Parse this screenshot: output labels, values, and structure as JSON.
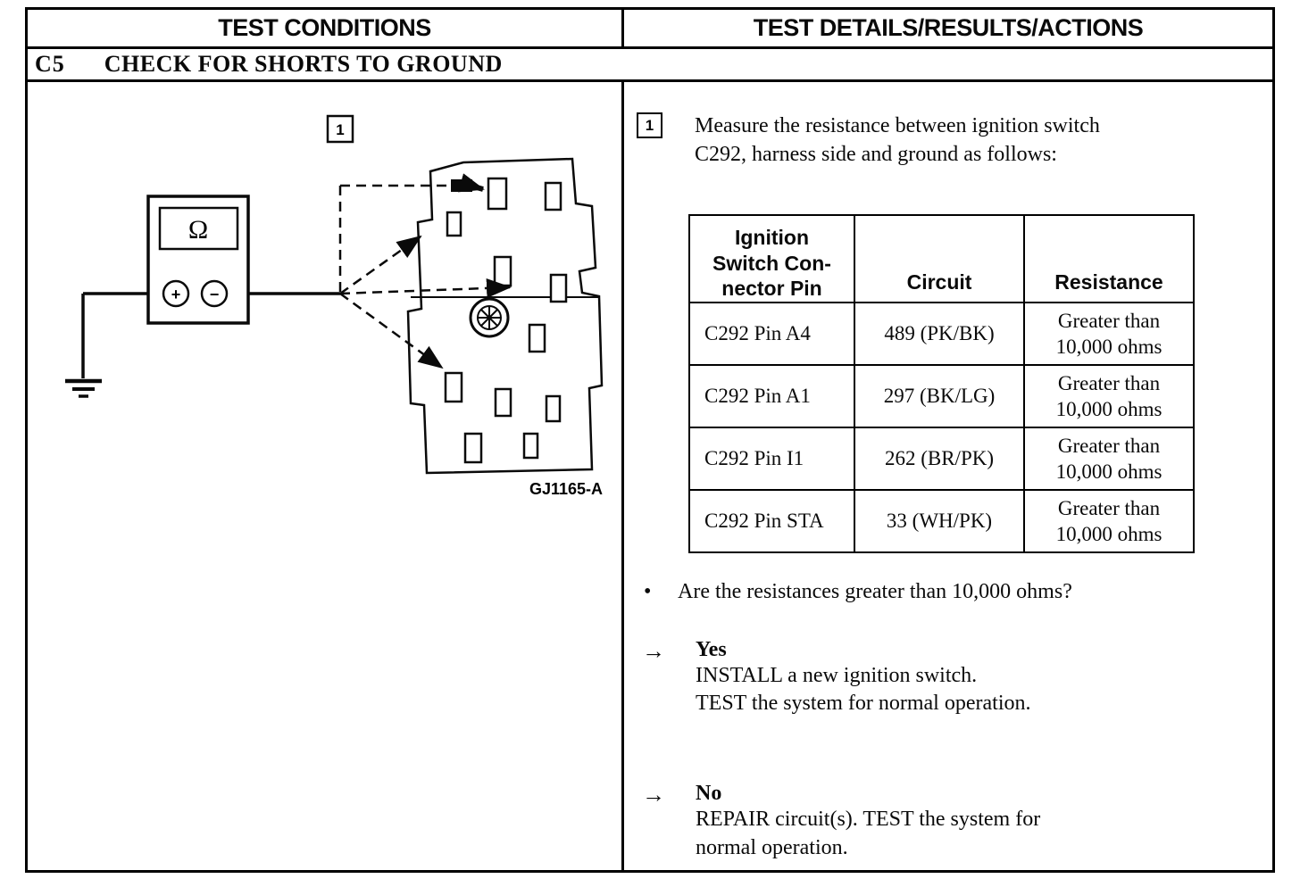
{
  "header": {
    "left_title": "TEST CONDITIONS",
    "right_title": "TEST DETAILS/RESULTS/ACTIONS"
  },
  "section": {
    "code": "C5",
    "title": "CHECK FOR SHORTS TO GROUND"
  },
  "diagram": {
    "callout_number": "1",
    "meter": {
      "display_symbol": "Ω",
      "probe_positive": "+",
      "probe_negative": "−"
    },
    "figure_label": "GJ1165-A"
  },
  "details": {
    "step_number": "1",
    "instruction": "Measure the resistance between ignition switch\nC292, harness side and ground as follows:",
    "table": {
      "headers": {
        "pin": "Ignition\nSwitch Con-\nnector Pin",
        "circuit": "Circuit",
        "resistance": "Resistance"
      },
      "rows": [
        {
          "pin": "C292 Pin A4",
          "circuit": "489 (PK/BK)",
          "resistance": "Greater than\n10,000 ohms"
        },
        {
          "pin": "C292 Pin A1",
          "circuit": "297 (BK/LG)",
          "resistance": "Greater than\n10,000 ohms"
        },
        {
          "pin": "C292 Pin I1",
          "circuit": "262 (BR/PK)",
          "resistance": "Greater than\n10,000 ohms"
        },
        {
          "pin": "C292 Pin STA",
          "circuit": "33 (WH/PK)",
          "resistance": "Greater than\n10,000 ohms"
        }
      ]
    },
    "bullet": "•",
    "arrow": "→",
    "question": "Are the resistances greater than 10,000 ohms?",
    "yes": {
      "label": "Yes",
      "action": "INSTALL a new ignition switch.\nTEST the system for normal operation."
    },
    "no": {
      "label": "No",
      "action": "REPAIR circuit(s). TEST the system for\nnormal operation."
    }
  },
  "colors": {
    "ink": "#0a0a0a",
    "paper": "#ffffff"
  }
}
